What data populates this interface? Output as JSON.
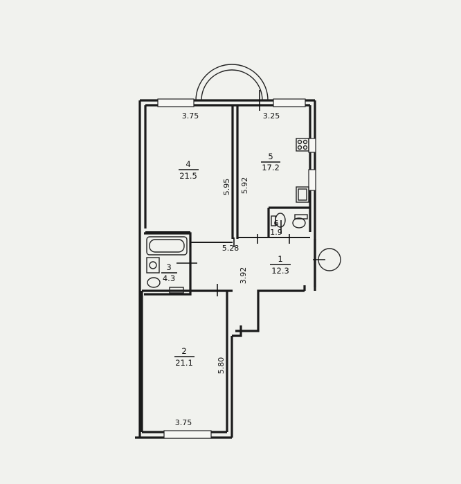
{
  "plan": {
    "rooms": [
      {
        "number": "4",
        "area": "21.5"
      },
      {
        "number": "5",
        "area": "17.2"
      },
      {
        "number": "3",
        "area": "4.3"
      },
      {
        "number": "1",
        "area": "12.3"
      },
      {
        "number": "6",
        "area": "1.9"
      },
      {
        "number": "2",
        "area": "21.1"
      }
    ],
    "dimensions": {
      "room4_width": "3.75",
      "room4_length": "5.95",
      "room5_width": "3.25",
      "room5_length": "5.92",
      "hall_width": "5.28",
      "hall_length": "3.92",
      "room2_length": "5.80",
      "room2_width": "3.75"
    }
  }
}
